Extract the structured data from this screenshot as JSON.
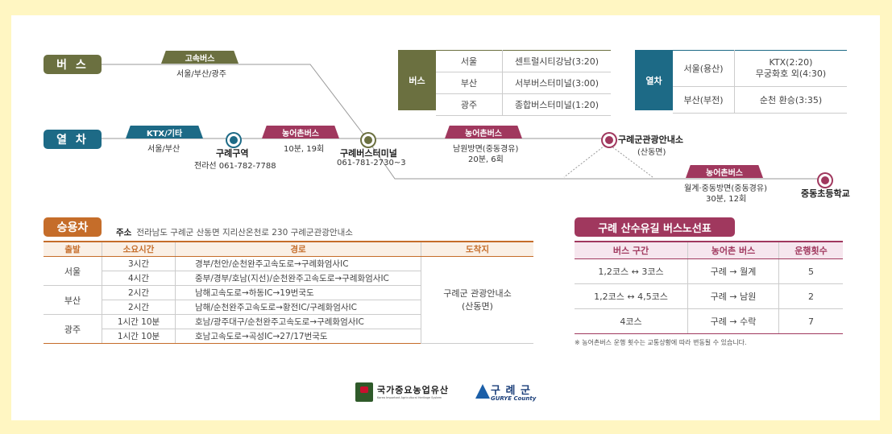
{
  "modes": {
    "bus": "버 스",
    "train": "열 차"
  },
  "bus_route": {
    "tag": "고속버스",
    "sub": "서울/부산/광주"
  },
  "train_route": {
    "tag1": "KTX/기타",
    "sub1": "서울/부산",
    "station": "구례구역",
    "station_tel": "전라선 061-782-7788",
    "tag2": "농어촌버스",
    "sub2": "10분, 19회",
    "terminal": "구례버스터미널",
    "terminal_tel": "061-781-2730~3",
    "tag3": "농어촌버스",
    "sub3a": "남원방면(중동경유)",
    "sub3b": "20분, 6회",
    "center": "구례군관광안내소",
    "center_sub": "(산동면)",
    "tag4": "농어촌버스",
    "sub4a": "월계·중동방면(중동경유)",
    "sub4b": "30분, 12회",
    "school": "중동초등학교"
  },
  "bus_table": {
    "label": "버스",
    "rows": [
      {
        "city": "서울",
        "terminal": "센트럴시티강남(3:20)"
      },
      {
        "city": "부산",
        "terminal": "서부버스터미널(3:00)"
      },
      {
        "city": "광주",
        "terminal": "종합버스터미널(1:20)"
      }
    ]
  },
  "train_table": {
    "label": "열차",
    "rows": [
      {
        "city": "서울(용산)",
        "line1": "KTX(2:20)",
        "line2": "무궁화호 외(4:30)"
      },
      {
        "city": "부산(부전)",
        "line1": "순천 환승(3:35)",
        "line2": ""
      }
    ]
  },
  "car": {
    "title": "승용차",
    "addr_label": "주소",
    "addr": "전라남도 구례군 산동면 지리산온천로 230 구례군관광안내소",
    "headers": [
      "출발",
      "소요시간",
      "경로",
      "도착지"
    ],
    "groups": [
      {
        "from": "서울",
        "rows": [
          [
            "3시간",
            "경부/천안/순천완주고속도로→구례화엄사IC"
          ],
          [
            "4시간",
            "중부/경부/호남(지선)/순천완주고속도로→구례화엄사IC"
          ]
        ]
      },
      {
        "from": "부산",
        "rows": [
          [
            "2시간",
            "남해고속도로→하동IC→19번국도"
          ],
          [
            "2시간",
            "남해/순천완주고속도로→황전IC/구례화엄사IC"
          ]
        ]
      },
      {
        "from": "광주",
        "rows": [
          [
            "1시간 10분",
            "호남/광주대구/순천완주고속도로→구례화엄사IC"
          ],
          [
            "1시간 10분",
            "호남고속도로→곡성IC→27/17번국도"
          ]
        ]
      }
    ],
    "dest1": "구례군 관광안내소",
    "dest2": "(산동면)"
  },
  "shuttle": {
    "title": "구례 산수유길 버스노선표",
    "headers": [
      "버스 구간",
      "농어촌 버스",
      "운행횟수"
    ],
    "rows": [
      [
        "1,2코스 ↔ 3코스",
        "구례 → 월계",
        "5"
      ],
      [
        "1,2코스 ↔ 4,5코스",
        "구례 → 남원",
        "2"
      ],
      [
        "4코스",
        "구례 → 수락",
        "7"
      ]
    ],
    "note": "※ 농어촌버스 운행 횟수는 교통상황에 따라 변동될 수 있습니다."
  },
  "logos": {
    "heritage": "국가중요농업유산",
    "heritage_sub": "Korea Important Agricultural Heritage System",
    "gurye": "구 례 군",
    "gurye_sub": "GURYE County"
  },
  "colors": {
    "bus": "#6b7040",
    "train": "#1d6a86",
    "rural": "#a0385e",
    "car": "#c56d2a"
  }
}
